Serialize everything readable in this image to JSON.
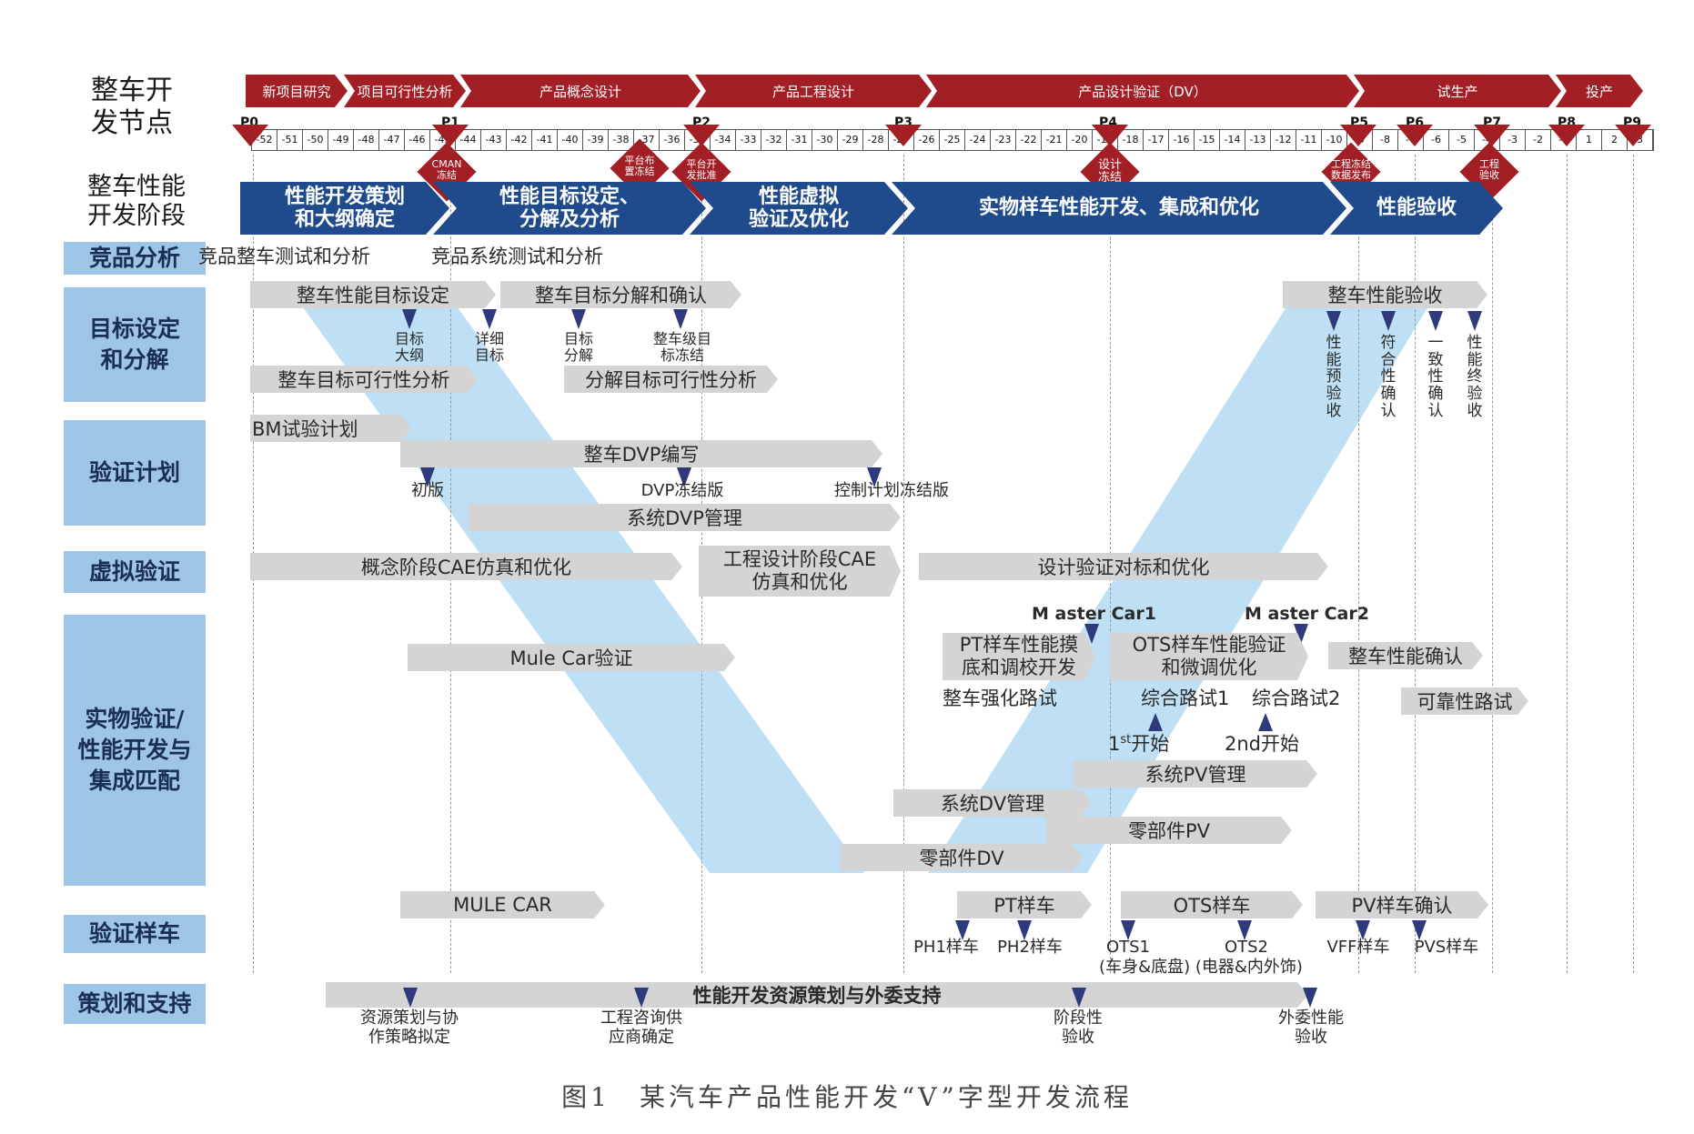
{
  "left": {
    "milestone_label": "整车开\n发节点",
    "perf_stage_label": "整车性能\n开发阶段"
  },
  "categories": [
    {
      "label": "竞品分析"
    },
    {
      "label": "目标设定\n和分解"
    },
    {
      "label": "验证计划"
    },
    {
      "label": "虚拟验证"
    },
    {
      "label": "实物验证/\n性能开发与\n集成匹配"
    },
    {
      "label": "验证样车"
    },
    {
      "label": "策划和支持"
    }
  ],
  "phases": [
    "新项目研究",
    "项目可行性分析",
    "产品概念设计",
    "产品工程设计",
    "产品设计验证（DV）",
    "试生产",
    "投产"
  ],
  "milestones": [
    "P0",
    "P1",
    "P2",
    "P3",
    "P4",
    "P5",
    "P6",
    "P7",
    "P8",
    "P9"
  ],
  "ruler": [
    "-52",
    "-51",
    "-50",
    "-49",
    "-48",
    "-47",
    "-46",
    "-45",
    "-44",
    "-43",
    "-42",
    "-41",
    "-40",
    "-39",
    "-38",
    "-37",
    "-36",
    "-35",
    "-34",
    "-33",
    "-32",
    "-31",
    "-30",
    "-29",
    "-28",
    "-27",
    "-26",
    "-25",
    "-24",
    "-23",
    "-22",
    "-21",
    "-20",
    "-19",
    "-18",
    "-17",
    "-16",
    "-15",
    "-14",
    "-13",
    "-12",
    "-11",
    "-10",
    "-9",
    "-8",
    "-7",
    "-6",
    "-5",
    "-4",
    "-3",
    "-2",
    "-1",
    "1",
    "2",
    "3"
  ],
  "diamonds": [
    {
      "label": "CMAN\n冻结"
    },
    {
      "label": "平台布\n置冻结"
    },
    {
      "label": "平台开\n发批准"
    },
    {
      "label": "设计\n冻结"
    },
    {
      "label": "工程冻结\n数据发布"
    },
    {
      "label": "工程\n验收"
    }
  ],
  "stages": [
    "性能开发策划\n和大纲确定",
    "性能目标设定、\n分解及分析",
    "性能虚拟\n验证及优化",
    "实物样车性能开发、集成和优化",
    "性能验收"
  ],
  "competitive": {
    "vehicle": "竞品整车测试和分析",
    "system": "竞品系统测试和分析"
  },
  "target": {
    "bar1": "整车性能目标设定",
    "bar2": "整车目标分解和确认",
    "bar3": "整车性能验收",
    "feasibility1": "整车目标可行性分析",
    "feasibility2": "分解目标可行性分析",
    "m1": "目标\n大纲",
    "m2": "详细\n目标",
    "m3": "目标\n分解",
    "m4": "整车级目\n标冻结",
    "v1": "性能预验收",
    "v2": "符合性确认",
    "v3": "一致性确认",
    "v4": "性能终验收"
  },
  "plan": {
    "bm": "BM试验计划",
    "dvp": "整车DVP编写",
    "sys_dvp": "系统DVP管理",
    "m1": "初版",
    "m2": "DVP冻结版",
    "m3": "控制计划冻结版"
  },
  "virtual": {
    "concept": "概念阶段CAE仿真和优化",
    "engineering": "工程设计阶段CAE\n仿真和优化",
    "design": "设计验证对标和优化"
  },
  "physical": {
    "mastercar1": "M aster Car1",
    "mastercar2": "M aster Car2",
    "mule": "Mule Car验证",
    "pt": "PT样车性能摸\n底和调校开发",
    "ots": "OTS样车性能验证\n和微调优化",
    "confirm": "整车性能确认",
    "strength": "整车强化路试",
    "road1": "综合路试1",
    "road2": "综合路试2",
    "reliability": "可靠性路试",
    "start1_pre": "1",
    "start1_sup": "st",
    "start1_post": "开始",
    "start2": "2nd开始",
    "sys_pv": "系统PV管理",
    "sys_dv": "系统DV管理",
    "part_pv": "零部件PV",
    "part_dv": "零部件DV"
  },
  "sample": {
    "mule": "MULE CAR",
    "pt": "PT样车",
    "ots": "OTS样车",
    "pv": "PV样车确认",
    "ph1": "PH1样车",
    "ph2": "PH2样车",
    "ots1": "OTS1",
    "ots2": "OTS2",
    "ots_note": "(车身&底盘) (电器&内外饰)",
    "vff": "VFF样车",
    "pvs": "PVS样车"
  },
  "support": {
    "main": "性能开发资源策划与外委支持",
    "m1": "资源策划与协\n作策略拟定",
    "m2": "工程咨询供\n应商确定",
    "m3": "阶段性\n验收",
    "m4": "外委性能\n验收"
  },
  "caption": "图1　某汽车产品性能开发“V”字型开发流程",
  "colors": {
    "phase": "#a21f26",
    "stage": "#1f4b8c",
    "category": "#9ec5e6",
    "v_band": "#bfe0f4",
    "bar": "#d4d4d4",
    "marker": "#2e3a7a"
  }
}
